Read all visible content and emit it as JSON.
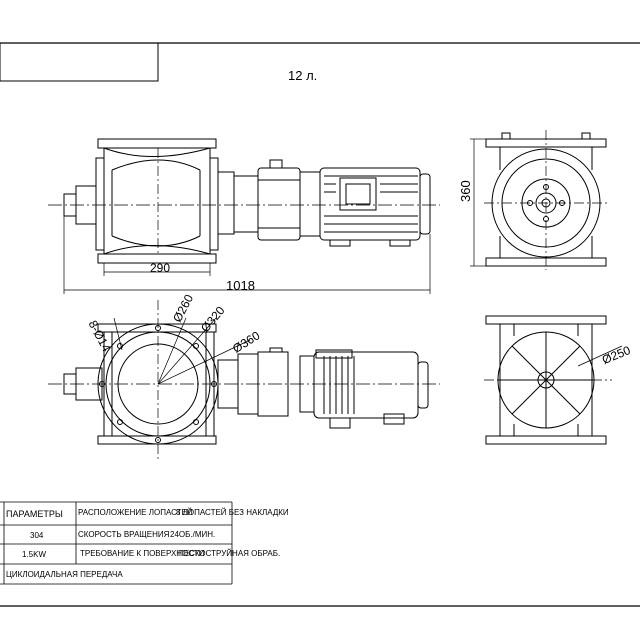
{
  "sheet": {
    "sheet_count": "12 л."
  },
  "dimensions": {
    "flange_width": "290",
    "overall_length": "1018",
    "height": "360",
    "bolt_holes": "8-Ø14",
    "d_260": "Ø260",
    "d_320": "Ø320",
    "d_360": "Ø360",
    "d_250": "Ø250"
  },
  "spec_table": {
    "header": "ПАРАМЕТРЫ",
    "material": "304",
    "power": "1.5KW",
    "drive": "ЦИКЛОИДАЛЬНАЯ ПЕРЕДАЧА",
    "rows": [
      {
        "label": "РАСПОЛОЖЕНИЕ ЛОПАСТЕЙ",
        "value": "8 ЛОПАСТЕЙ БЕЗ НАКЛАДКИ"
      },
      {
        "label": "СКОРОСТЬ ВРАЩЕНИЯ",
        "value": "24ОБ./МИН."
      },
      {
        "label": "ТРЕБОВАНИЕ К ПОВЕРХНОСТИ",
        "value": "ПЕСКОСТРУЙНАЯ ОБРАБ."
      }
    ]
  }
}
